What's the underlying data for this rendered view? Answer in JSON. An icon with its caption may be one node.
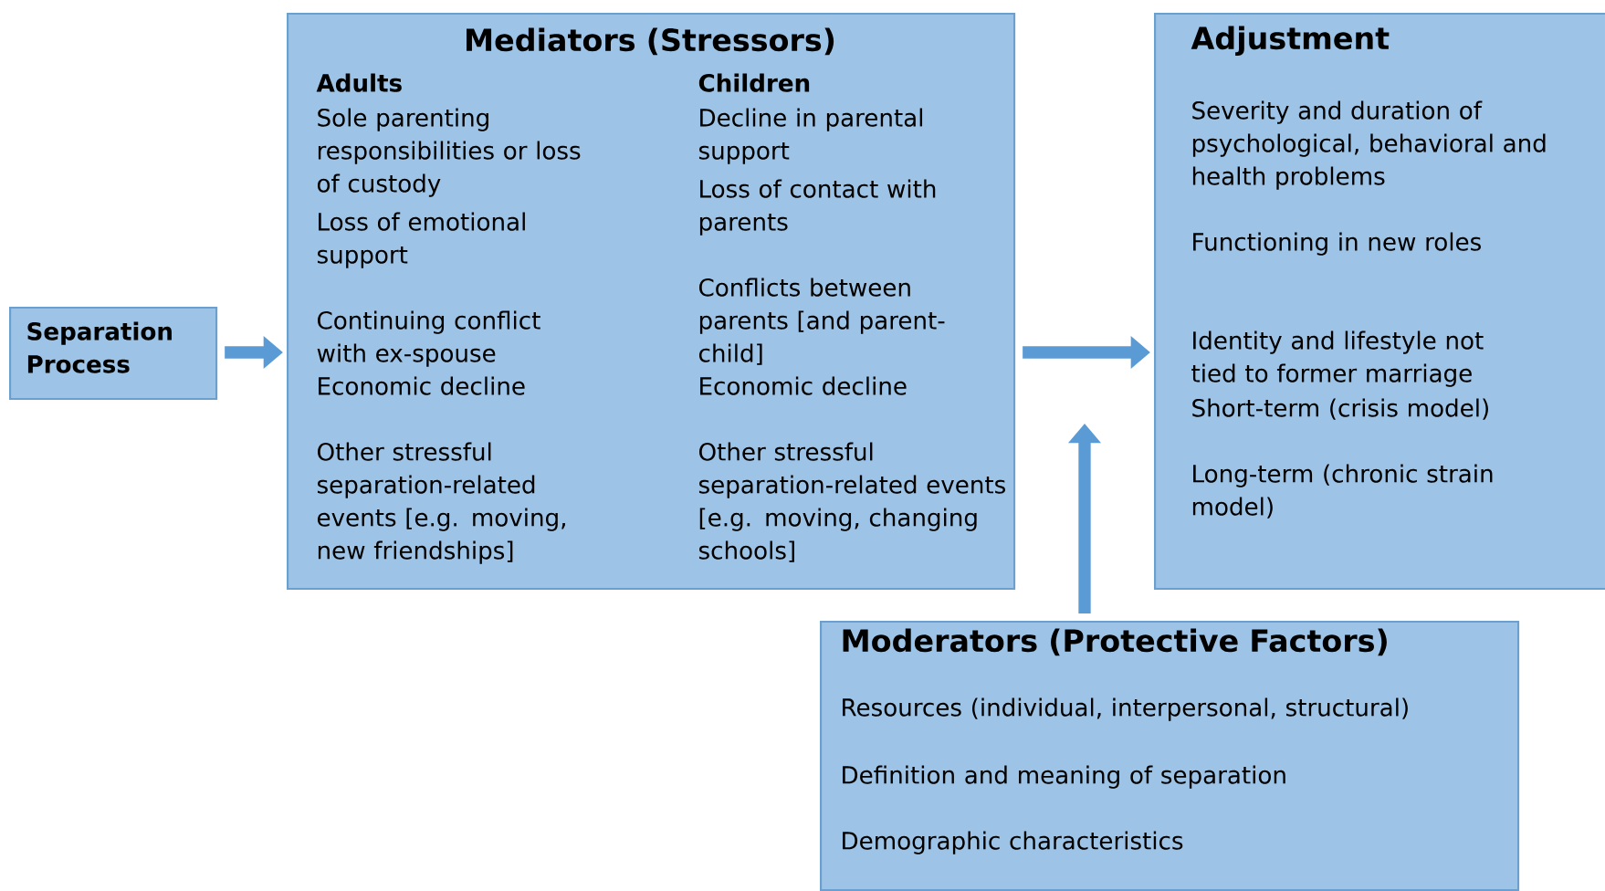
{
  "diagram": {
    "nodes": [
      {
        "text": [
          "Separation Process"
        ]
      },
      {
        "text": [
          "Mediators (Stressors)",
          "Adults",
          "Sole parenting responsibilities or loss of custody",
          "Loss of emotional support",
          "Continuing conflict with ex-spouse",
          "Economic decline",
          "Other stressful separation-related events [e.g. moving, new friendships]",
          "Children",
          "Decline in parental support",
          "Loss of contact with parents",
          "Conflicts between parents [and parent-child]",
          "Economic decline",
          "Other stressful separation-related events [e.g. moving, changing schools]"
        ]
      },
      {
        "text": [
          "Adjustment",
          "Severity and duration of psychological, behavioral and health problems",
          "Functioning in new roles",
          "Identity and lifestyle not tied to former marriage",
          "Short-term (crisis model)",
          "Long-term (chronic strain model)"
        ]
      },
      {
        "text": [
          "Moderators (Protective Factors)",
          "Resources (individual, interpersonal, structural)",
          "Definition and meaning of separation",
          "Demographic characteristics"
        ]
      }
    ],
    "edges": [
      {
        "from": 0,
        "to": 1,
        "arrow": "to"
      },
      {
        "from": 1,
        "to": 2,
        "arrow": "to"
      },
      {
        "from": 3,
        "to": null,
        "arrow": "to"
      }
    ]
  }
}
